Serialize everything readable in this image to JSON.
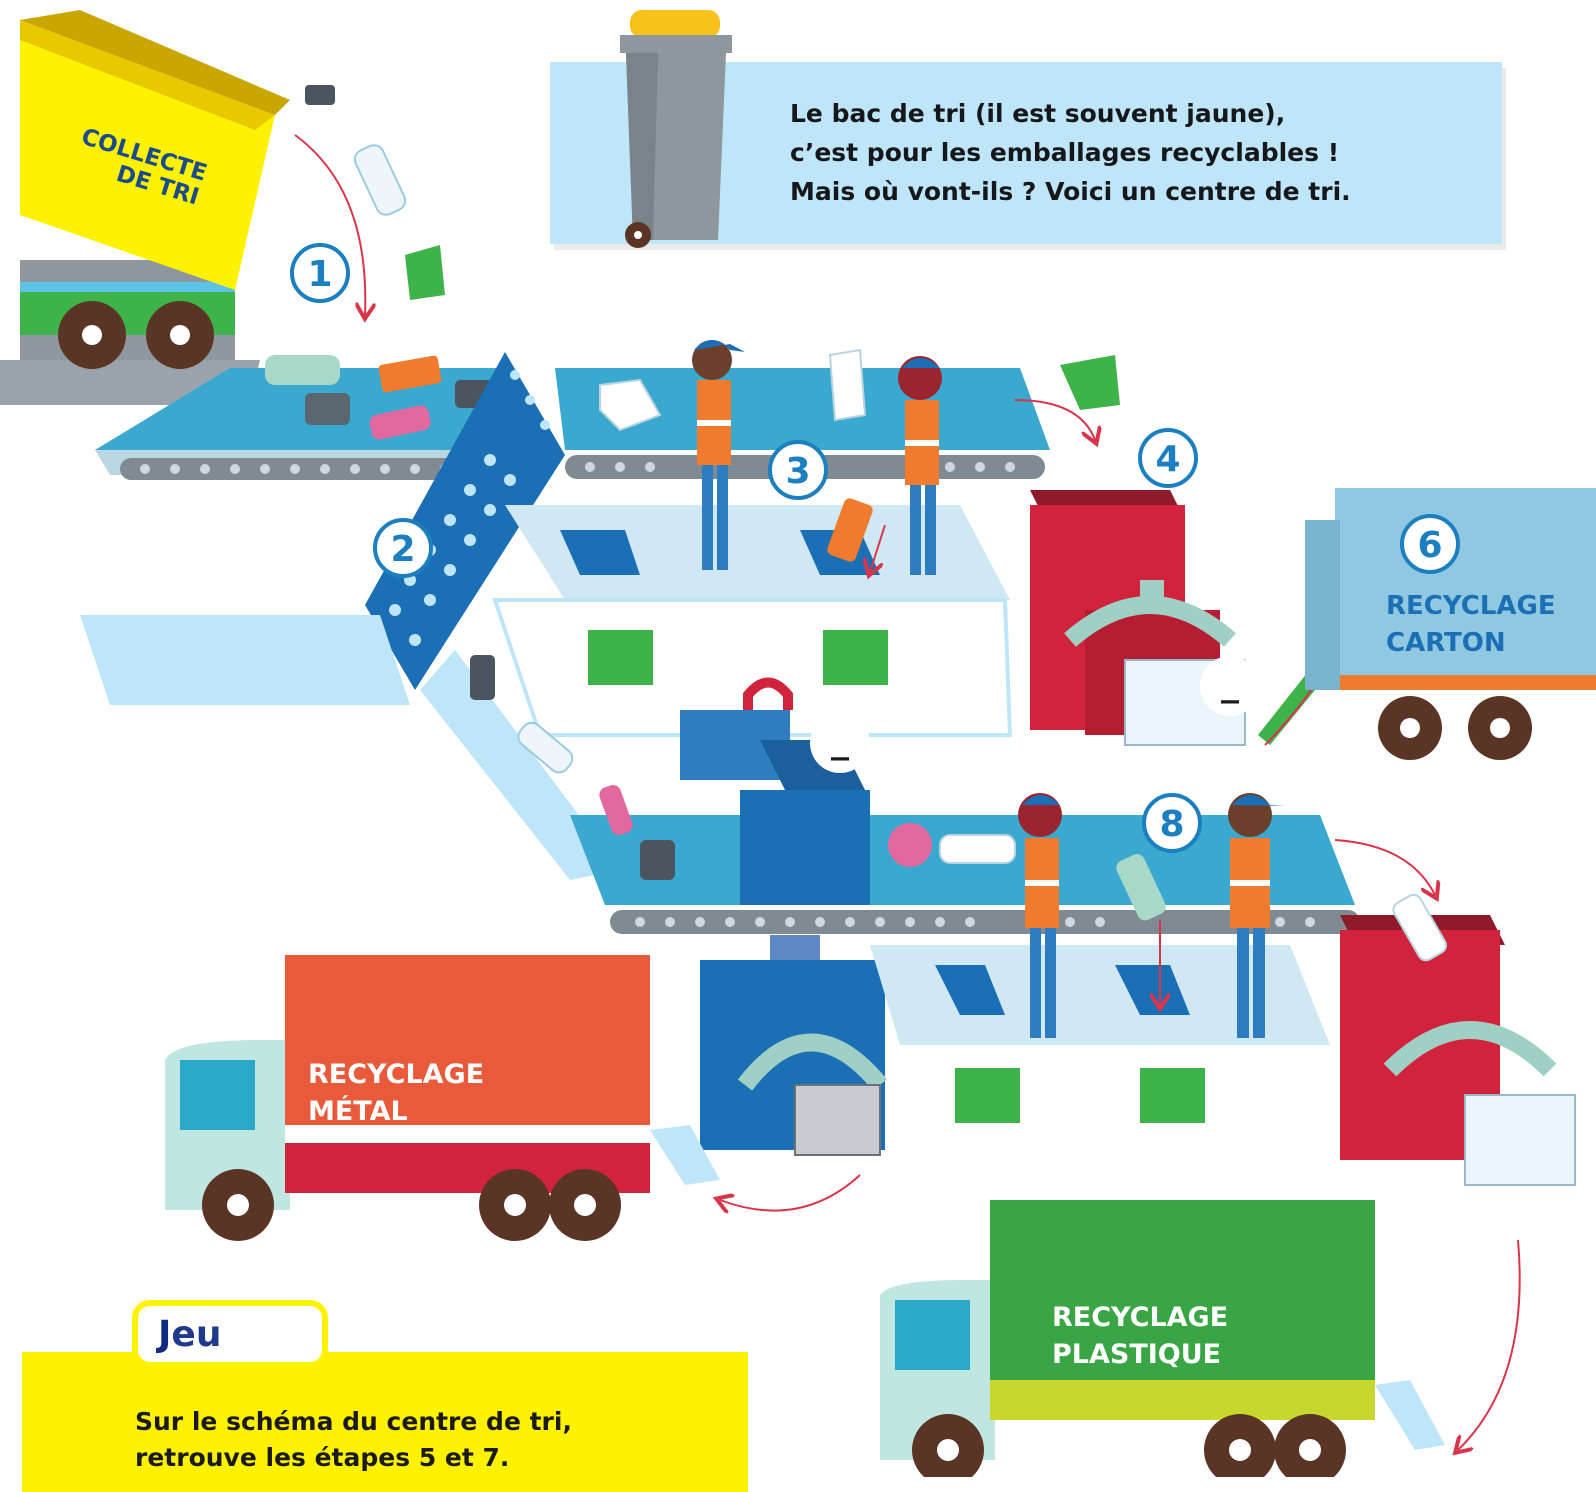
{
  "info": {
    "lines": [
      "Le bac de tri (il est souvent jaune),",
      "c’est pour les emballages recyclables !",
      "Mais où vont-ils ? Voici un centre de tri."
    ]
  },
  "truck_collect": {
    "line1": "COLLECTE",
    "line2": "DE TRI"
  },
  "steps": {
    "s1": "1",
    "s2": "2",
    "s3": "3",
    "s4": "4",
    "s5_blank": "_",
    "s6": "6",
    "s7_blank": "_",
    "s8": "8"
  },
  "trucks": {
    "carton": {
      "line1": "RECYCLAGE",
      "line2": "CARTON"
    },
    "metal": {
      "line1": "RECYCLAGE",
      "line2": "MÉTAL"
    },
    "plastique": {
      "line1": "RECYCLAGE",
      "line2": "PLASTIQUE"
    }
  },
  "game": {
    "title_first": "J",
    "title_rest": "eu",
    "lines": [
      "Sur le schéma du centre de tri,",
      "retrouve les étapes 5 et 7."
    ]
  },
  "colors": {
    "belt": "#3aa8cf",
    "badge": "#1b7fc0",
    "sky": "#bfe6f8",
    "yellow": "#fff200",
    "red_baler": "#d2233c",
    "metal_truck": "#e85a3a",
    "plastic_truck": "#3aa545"
  }
}
